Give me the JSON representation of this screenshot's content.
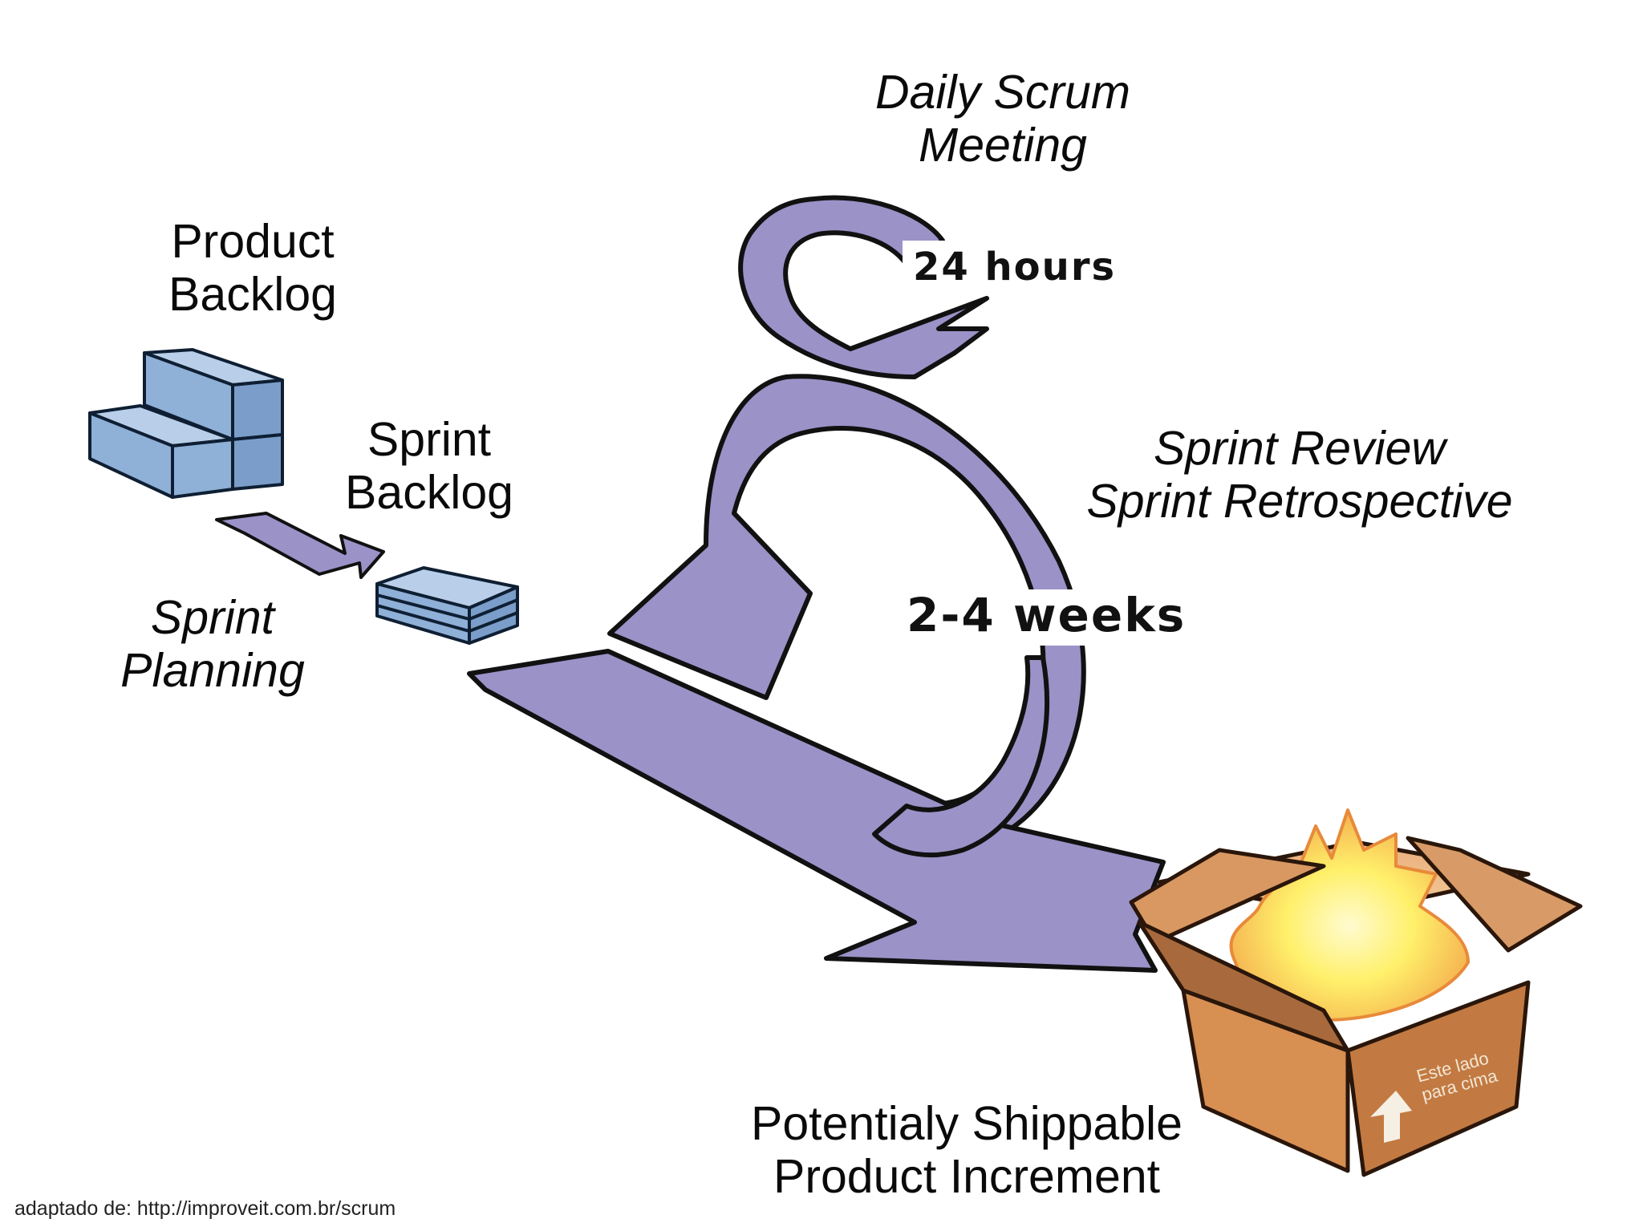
{
  "labels": {
    "daily_scrum": [
      "Daily Scrum",
      "Meeting"
    ],
    "product_backlog": [
      "Product",
      "Backlog"
    ],
    "sprint_backlog": [
      "Sprint",
      "Backlog"
    ],
    "sprint_planning": [
      "Sprint",
      "Planning"
    ],
    "sprint_review": [
      "Sprint Review",
      "Sprint Retrospective"
    ],
    "hours": "24 hours",
    "weeks": "2-4 weeks",
    "increment": [
      "Potentialy Shippable",
      "Product Increment"
    ],
    "box_text": [
      "Este lado",
      "para cima"
    ],
    "credit": "adaptado de: http://improveit.com.br/scrum"
  },
  "colors": {
    "arrow": "#9b92c8",
    "arrow_outline": "#111111",
    "block": "#94b3d8",
    "box": "#c98a4e",
    "box_dark": "#a9683a",
    "fire_core": "#fff35a",
    "fire_edge": "#f0a040"
  },
  "icons": [
    "stacked-blocks-icon",
    "flat-stack-icon",
    "open-box-icon",
    "fire-icon",
    "up-arrow-icon"
  ]
}
